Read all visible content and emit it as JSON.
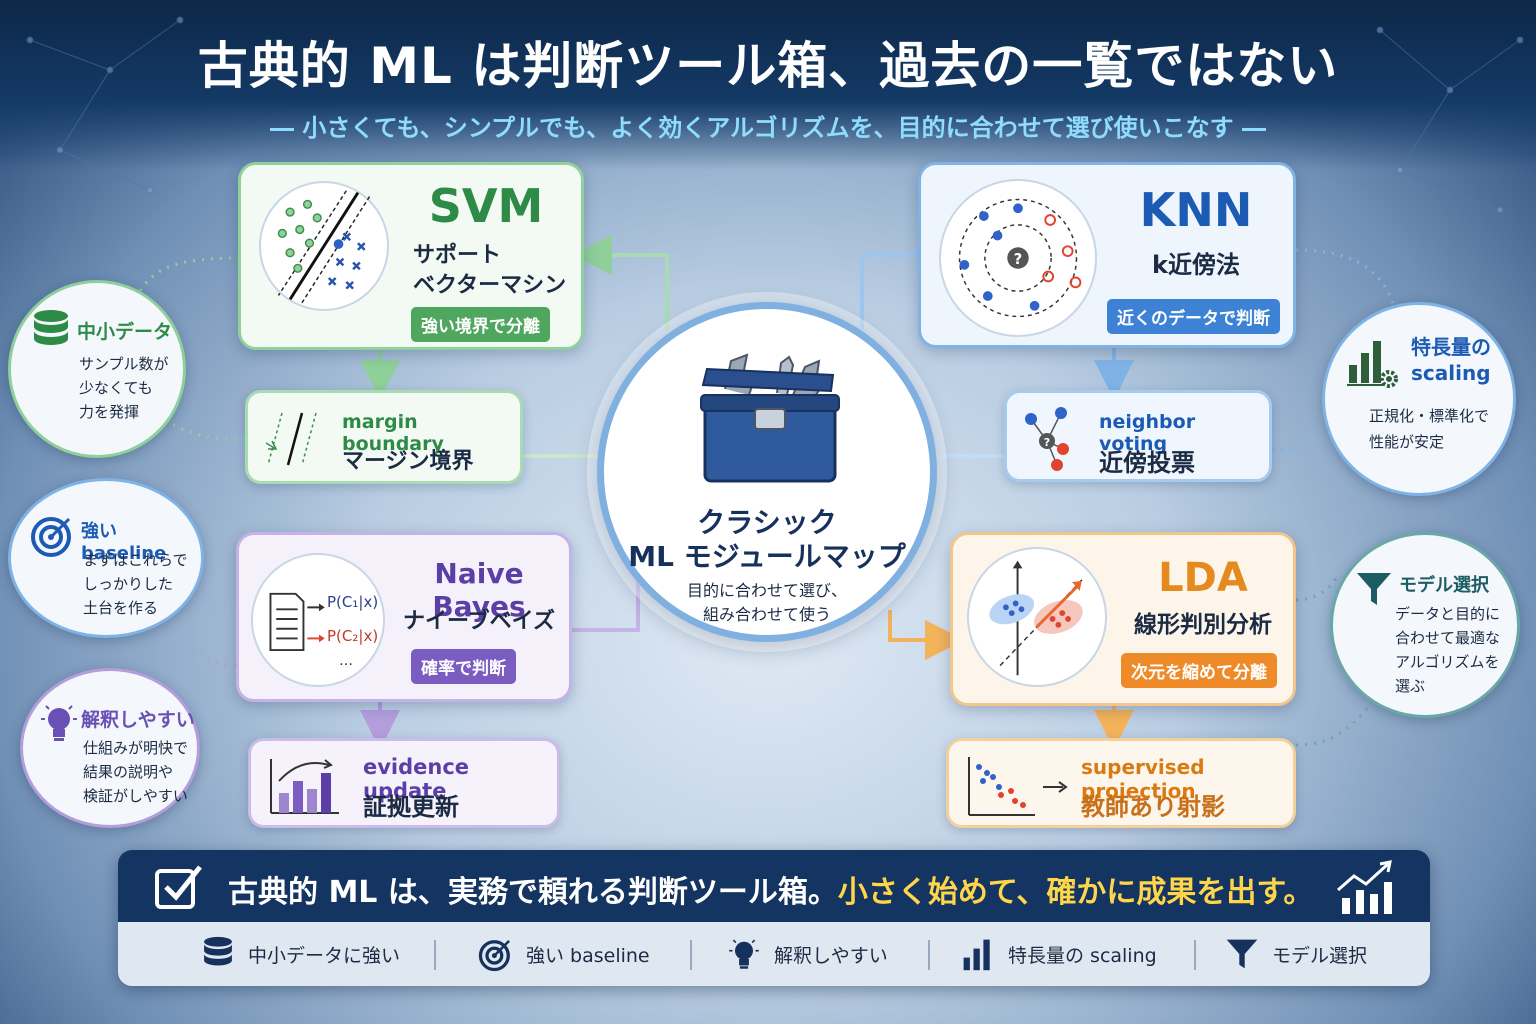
{
  "title": "古典的 ML は判断ツール箱、過去の一覧ではない",
  "subtitle": "― 小さくても、シンプルでも、よく効くアルゴリズムを、目的に合わせて選び使いこなす ―",
  "colors": {
    "svm": "#5fae6e",
    "knn": "#6f9fd8",
    "naive_bayes": "#9d86cc",
    "lda": "#f0b468",
    "title_text": "#ffffff",
    "subtitle_text": "#8fdcff",
    "highlight": "#ffd54a"
  },
  "hub": {
    "icon": "toolbox-icon",
    "title_line1": "クラシック",
    "title_line2": "ML モジュールマップ",
    "body_line1": "目的に合わせて選び、",
    "body_line2": "組み合わせて使う"
  },
  "modules": {
    "svm": {
      "title": "SVM",
      "sub_line1": "サポート",
      "sub_line2": "ベクターマシン",
      "tag": "強い境界で分離",
      "detail_en": "margin boundary",
      "detail_jp": "マージン境界"
    },
    "knn": {
      "title": "KNN",
      "sub": "k近傍法",
      "tag": "近くのデータで判断",
      "detail_en": "neighbor voting",
      "detail_jp": "近傍投票"
    },
    "naive_bayes": {
      "title": "Naive Bayes",
      "sub": "ナイーブベイズ",
      "tag": "確率で判断",
      "formula1": "P(C₁|x)",
      "formula2": "P(C₂|x)",
      "formula3": "…",
      "detail_en": "evidence update",
      "detail_jp": "証拠更新"
    },
    "lda": {
      "title": "LDA",
      "sub": "線形判別分析",
      "tag": "次元を縮めて分離",
      "detail_en": "supervised projection",
      "detail_jp": "教師あり射影"
    }
  },
  "bubbles": {
    "small_data": {
      "icon": "database-icon",
      "head": "中小データ",
      "line1": "サンプル数が",
      "line2": "少なくても",
      "line3": "力を発揮"
    },
    "baseline": {
      "icon": "target-icon",
      "head": "強い baseline",
      "line1": "まずはこれらで",
      "line2": "しっかりした",
      "line3": "土台を作る"
    },
    "interpretable": {
      "icon": "lightbulb-icon",
      "head": "解釈しやすい",
      "line1": "仕組みが明快で",
      "line2": "結果の説明や",
      "line3": "検証がしやすい"
    },
    "scaling": {
      "icon": "bar-chart-gear-icon",
      "head1": "特長量の",
      "head2": "scaling",
      "line1": "正規化・標準化で",
      "line2": "性能が安定"
    },
    "model_select": {
      "icon": "funnel-icon",
      "head": "モデル選択",
      "line1": "データと目的に",
      "line2": "合わせて最適な",
      "line3": "アルゴリズムを",
      "line4": "選ぶ"
    }
  },
  "banner": {
    "icon": "checkbox-icon",
    "message_white": "古典的 ML は、実務で頼れる判断ツール箱。",
    "message_yellow": "小さく始めて、確かに成果を出す。",
    "trend_icon": "growth-chart-icon",
    "features": [
      {
        "icon": "database-icon",
        "label": "中小データに強い"
      },
      {
        "icon": "target-icon",
        "label": "強い baseline"
      },
      {
        "icon": "lightbulb-icon",
        "label": "解釈しやすい"
      },
      {
        "icon": "bar-chart-icon",
        "label": "特長量の scaling"
      },
      {
        "icon": "funnel-icon",
        "label": "モデル選択"
      }
    ]
  }
}
